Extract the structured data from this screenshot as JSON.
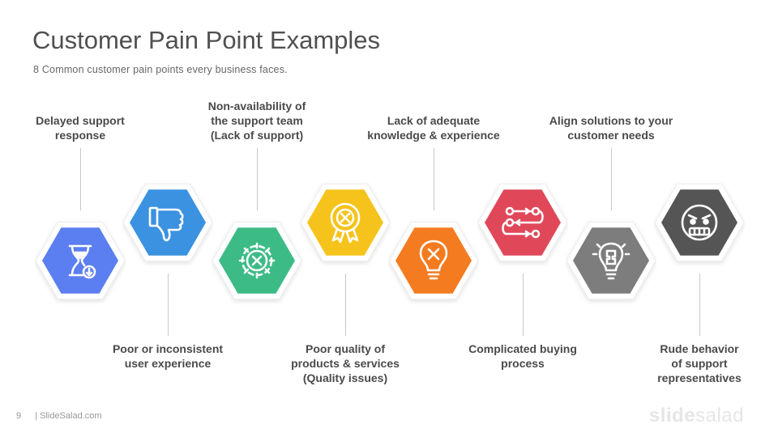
{
  "title": "Customer Pain Point Examples",
  "subtitle": "8 Common customer pain points every business faces.",
  "items": [
    {
      "label": "Delayed support\nresponse",
      "color": "#5b7ff0",
      "icon": "hourglass-icon"
    },
    {
      "label": "Poor or inconsistent\nuser experience",
      "color": "#3a92e0",
      "icon": "thumbs-down-icon"
    },
    {
      "label": "Non-availability of\nthe support team\n(Lack of support)",
      "color": "#3dbb86",
      "icon": "gear-x-icon"
    },
    {
      "label": "Poor quality of\nproducts & services\n(Quality issues)",
      "color": "#f6c31c",
      "icon": "badge-x-icon"
    },
    {
      "label": "Lack of adequate\nknowledge & experience",
      "color": "#f47b20",
      "icon": "lightbulb-x-icon"
    },
    {
      "label": "Complicated buying\nprocess",
      "color": "#e0485a",
      "icon": "process-flow-icon"
    },
    {
      "label": "Align solutions to your\ncustomer needs",
      "color": "#7d7d7d",
      "icon": "lightbulb-puzzle-icon"
    },
    {
      "label": "Rude behavior\nof support\nrepresentatives",
      "color": "#555555",
      "icon": "angry-face-icon"
    }
  ],
  "footer": {
    "page": "9",
    "source": "| SlideSalad.com"
  },
  "logo": {
    "part1": "slide",
    "part2": "salad"
  }
}
